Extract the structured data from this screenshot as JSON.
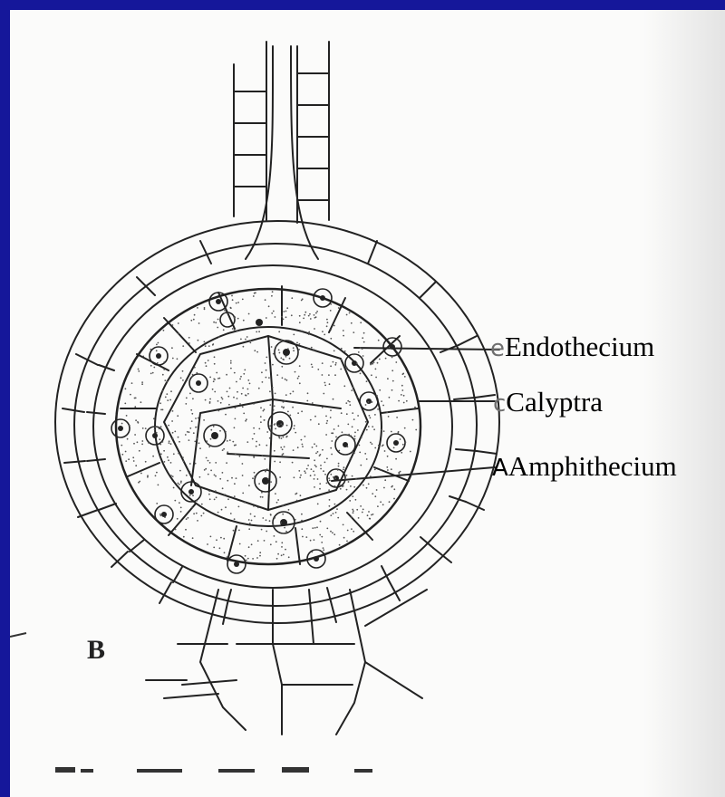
{
  "figure_letter": "B",
  "labels": [
    {
      "letter": "e",
      "text": "Endothecium"
    },
    {
      "letter": "c",
      "text": "Calyptra"
    },
    {
      "letter": "A",
      "text": "Amphithecium"
    }
  ]
}
